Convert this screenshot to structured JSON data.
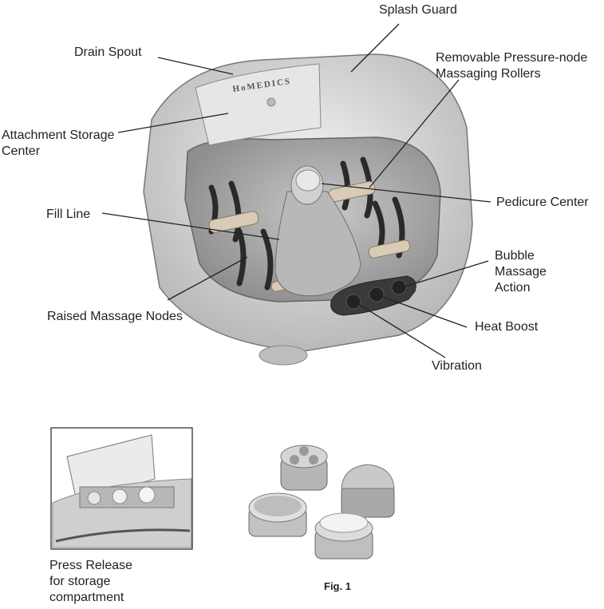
{
  "brand": "HoMEDICS",
  "labels": {
    "splash_guard": "Splash Guard",
    "drain_spout": "Drain Spout",
    "rollers": "Removable Pressure-node\nMassaging Rollers",
    "attachment_storage": "Attachment Storage\nCenter",
    "pedicure_center": "Pedicure Center",
    "fill_line": "Fill Line",
    "bubble": "Bubble\nMassage\nAction",
    "raised_nodes": "Raised Massage Nodes",
    "heat_boost": "Heat Boost",
    "vibration": "Vibration"
  },
  "inset_caption": "Press Release\nfor storage\ncompartment",
  "fig_caption": "Fig. 1",
  "colors": {
    "ink": "#222222",
    "basin": "#d8d8d8",
    "rim": "#ececec",
    "dark": "#444444"
  }
}
